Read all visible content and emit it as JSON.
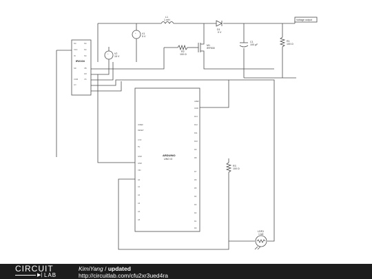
{
  "schematic": {
    "voltage_output_label": "Voltage output",
    "L1": {
      "ref": "L1",
      "value": "1 mH"
    },
    "D1": {
      "ref": "D1",
      "value": "0 V"
    },
    "V1": {
      "ref": "V1",
      "value": "5 V"
    },
    "V2": {
      "ref": "V2",
      "value": "15 V"
    },
    "R2": {
      "ref": "R2",
      "value": "100 Ω"
    },
    "M1": {
      "ref": "M1",
      "value": "IRF530"
    },
    "C1": {
      "ref": "C1",
      "value": "100 µF"
    },
    "R1": {
      "ref": "R1",
      "value": "100 Ω"
    },
    "R3": {
      "ref": "R3",
      "value": "100 Ω"
    },
    "LDR1": {
      "ref": "LDR1",
      "value": "1 kΩ"
    },
    "driver_ic": {
      "name": "IR2104"
    },
    "arduino": {
      "name": "ARDUINO",
      "model": "UNO r3"
    }
  },
  "footer": {
    "logo_top": "CIRCUIT",
    "logo_bottom": "LAB",
    "author": "KimiYang",
    "separator": " / ",
    "title": "updated",
    "url": "http://circuitlab.com/cfu2xr3ued4ra"
  }
}
